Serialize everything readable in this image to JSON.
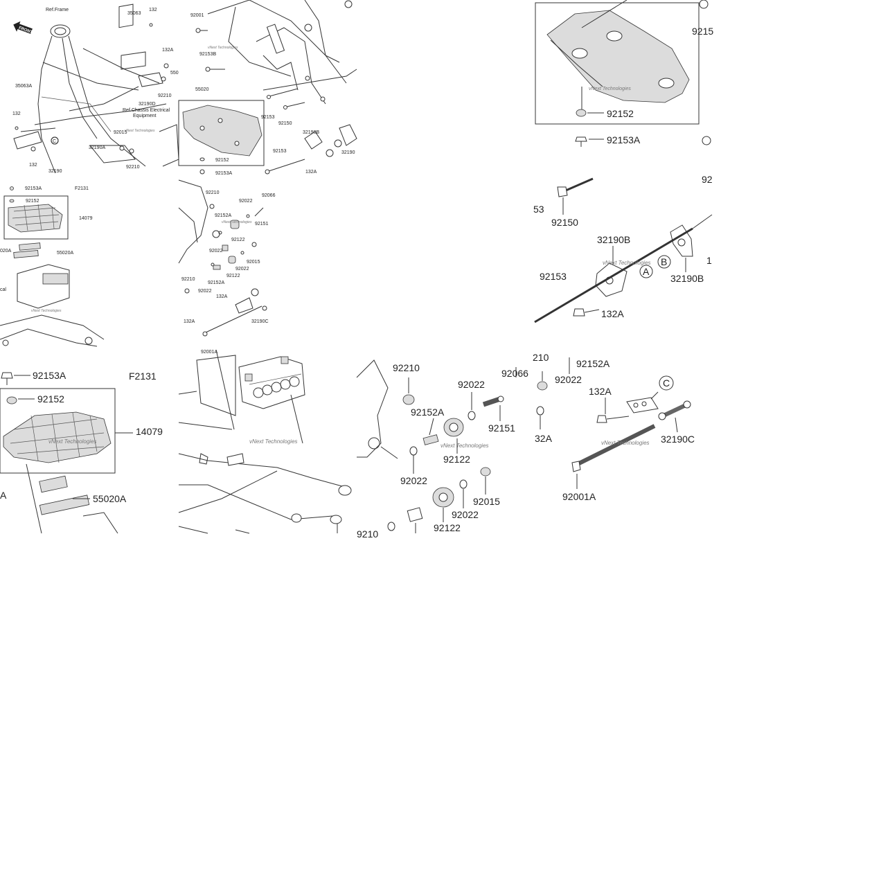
{
  "page": {
    "background": "#ffffff",
    "line_color": "#333333"
  },
  "watermark": "vNext Technologies",
  "labels": {
    "front": "FRONT",
    "ref_frame": "Ref.Frame",
    "ref_chassis_1": "Ref.Chassis Electrical",
    "ref_chassis_2": "Equipment",
    "f2131": "F2131",
    "p35063": "35063",
    "p35063a": "35063A",
    "p132": "132",
    "p132a": "132A",
    "p550": "550",
    "p32190d": "32190D",
    "p92210": "92210",
    "p92015": "92015",
    "p32190a": "32190A",
    "p32190": "32190",
    "p92001": "92001",
    "p92153b": "92153B",
    "p55020": "55020",
    "p92152": "92152",
    "p92153a": "92153A",
    "p92153": "92153",
    "p92150": "92150",
    "p32190b": "32190B",
    "p14079": "14079",
    "p55020a": "55020A",
    "p92022": "92022",
    "p92151": "92151",
    "p92122": "92122",
    "p92152a": "92152A",
    "p32190c": "32190C",
    "p92066": "92066",
    "p92001a": "92001A",
    "p92010_cut": "9210",
    "p020a_cut": "020A",
    "p153_cut": "53",
    "p9215_cut": "9215",
    "p92_cut": "92",
    "p1_cut": "1",
    "p210_cut": "210",
    "p32a_cut": "32A",
    "pa_cut": "A",
    "pcal_cut": "cal",
    "circ_a": "A",
    "circ_b": "B",
    "circ_c": "C"
  }
}
